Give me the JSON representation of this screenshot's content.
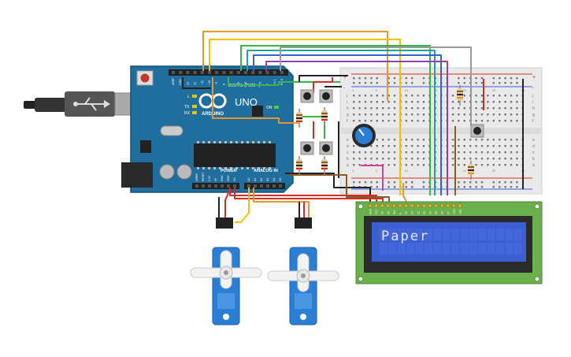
{
  "arduino": {
    "brand": "ARDUINO",
    "model": "UNO",
    "digital_label": "DIGITAL (PWM ~)",
    "power_label": "POWER",
    "analog_label": "ANALOG IN",
    "led_l": "L",
    "led_tx": "TX",
    "led_rx": "RX",
    "led_on": "ON",
    "digital_pins": [
      "AREF",
      "GND",
      "13",
      "12",
      "~11",
      "~10",
      "~9",
      "8",
      "7",
      "~6",
      "~5",
      "4",
      "~3",
      "2",
      "TX 1",
      "RX 0"
    ],
    "power_pins": [
      "IOREF",
      "RESET",
      "3.3V",
      "5V",
      "GND",
      "GND",
      "Vin"
    ],
    "analog_pins": [
      "A0",
      "A1",
      "A2",
      "A3",
      "A4",
      "A5"
    ]
  },
  "lcd": {
    "text": "Paper",
    "pin_labels": [
      "GND",
      "VCC",
      "V0",
      "RS",
      "RW",
      "E",
      "D0",
      "D1",
      "D2",
      "D3",
      "D4",
      "D5",
      "D6",
      "D7",
      "LED+",
      "LED-"
    ],
    "backlight_color": "#3b5fd1",
    "pcb_color": "#6ab04c"
  },
  "breadboard": {
    "column_numbers": [
      "1",
      "5",
      "10",
      "15",
      "20",
      "25",
      "30"
    ],
    "row_letters_top": [
      "j",
      "i",
      "h",
      "g",
      "f"
    ],
    "row_letters_bottom": [
      "e",
      "d",
      "c",
      "b",
      "a"
    ],
    "rail_plus": "+",
    "rail_minus": "-"
  },
  "colors": {
    "board_blue": "#1f6e9e",
    "wire_orange": "#e8962a",
    "wire_yellow": "#f2c200",
    "wire_green": "#3bb54a",
    "wire_teal": "#1fa69a",
    "wire_blue": "#3d5fd6",
    "wire_purple": "#8e44ad",
    "wire_red": "#d62d20",
    "wire_black": "#222222",
    "wire_gray": "#9a9a9a",
    "wire_brown": "#8a5a2b",
    "wire_pink": "#d63fa0",
    "servo_blue": "#2a7fd4"
  }
}
